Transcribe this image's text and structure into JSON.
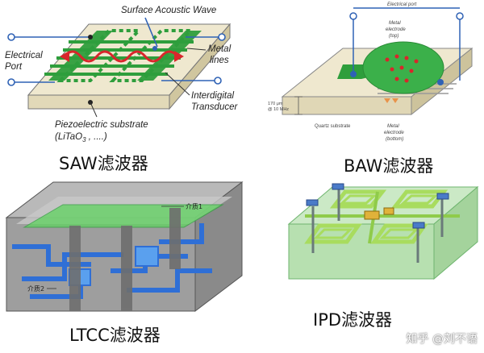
{
  "saw": {
    "caption": "SAW滤波器",
    "labels": {
      "wave": "Surface Acoustic Wave",
      "metal": "Metal",
      "lines": "lines",
      "electrical": "Electrical",
      "port": "Port",
      "interdigital": "Interdigital",
      "transducer": "Transducer",
      "substrate": "Piezoelectric substrate",
      "material": "(LiTaO",
      "material_sub": "3",
      "material_tail": " , ....)"
    }
  },
  "baw": {
    "caption": "BAW滤波器",
    "labels": {
      "electrical_port": "Electrical port",
      "metal_top_1": "Metal",
      "metal_top_2": "electrode",
      "metal_top_3": "(top)",
      "metal_bottom_1": "Metal",
      "metal_bottom_2": "electrode",
      "metal_bottom_3": "(bottom)",
      "thickness_1": "170 μm",
      "thickness_2": "@ 10 MHz",
      "quartz": "Quartz substrate"
    }
  },
  "ltcc": {
    "caption": "LTCC滤波器",
    "labels": {
      "layer1": "介质1",
      "layer2": "介质2"
    }
  },
  "ipd": {
    "caption": "IPD滤波器"
  },
  "watermark": "知乎 @刘不语",
  "colors": {
    "saw_green": "#2e9e3c",
    "saw_red": "#d8262b",
    "saw_blue": "#2f62b5",
    "ltcc_blue": "#2f6fd6",
    "ipd_green": "#a8dc5e"
  }
}
